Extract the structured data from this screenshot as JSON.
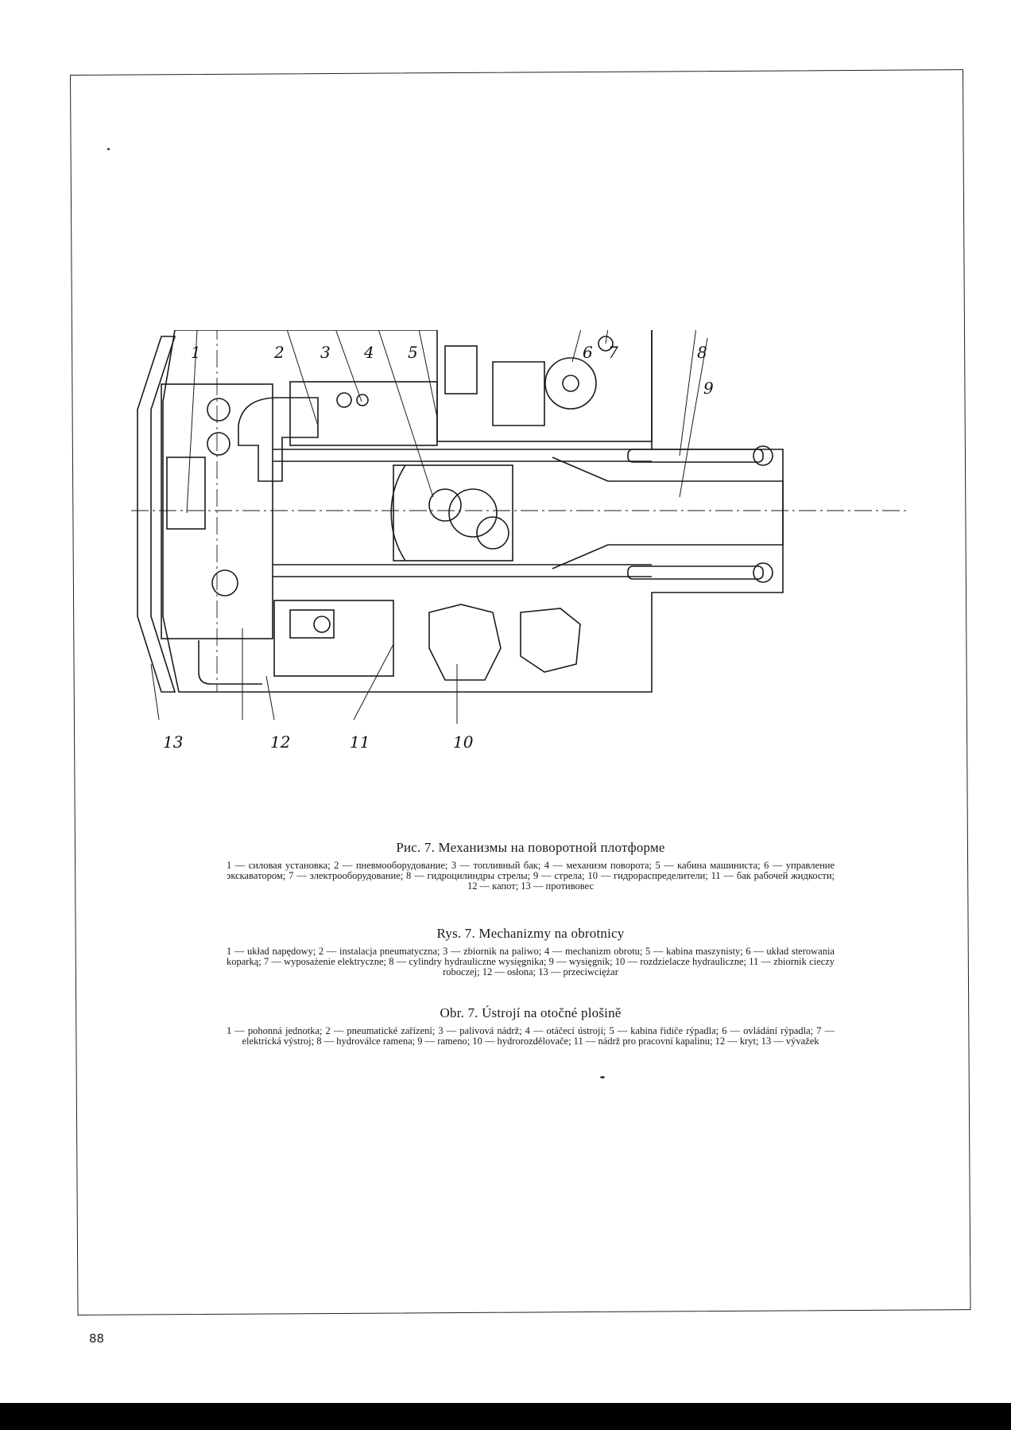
{
  "page": {
    "number": "88"
  },
  "figure": {
    "callouts": [
      "1",
      "2",
      "3",
      "4",
      "5",
      "6",
      "7",
      "8",
      "9",
      "10",
      "11",
      "12",
      "13"
    ]
  },
  "captions": {
    "russian": {
      "title": "Рис. 7. Механизмы на поворотной плотформе",
      "legend": "1 — силовая установка; 2 — пневмооборудование; 3 — топливный бак; 4 — механизм поворота; 5 — кабина машиниста; 6 — управление экскаватором; 7 — электрооборудование; 8 — гидроцилиндры стрелы; 9 — стрела; 10 — гидрораспределители; 11 — бак рабочей жидкости; 12 — капот; 13 — противовес"
    },
    "polish": {
      "title": "Rys. 7. Mechanizmy na obrotnicy",
      "legend": "1 — układ napędowy; 2 — instalacja pneumatyczna; 3 — zbiornik na paliwo; 4 — mechanizm obrotu; 5 — kabina maszynisty; 6 — układ sterowania koparką; 7 — wyposażenie elektryczne; 8 — cylindry hydrauliczne wysięgnika; 9 — wysięgnik; 10 — rozdzielacze hydrauliczne; 11 — zbiornik cieczy roboczej; 12 — osłona; 13 — przeciwciężar"
    },
    "czech": {
      "title": "Obr. 7. Ústrojí na otočné plošině",
      "legend": "1 — pohonná jednotka; 2 — pneumatické zařízení; 3 — palivová nádrž; 4 — otáčecí ústrojí; 5 — kabina řidiče rýpadla; 6 — ovládání rýpadla; 7 — elektrická výstroj; 8 — hydroválce ramena; 9 — rameno; 10 — hydrorozdělovače; 11 — nádrž pro pracovní kapalinu; 12 — kryt; 13 — vývažek"
    }
  }
}
